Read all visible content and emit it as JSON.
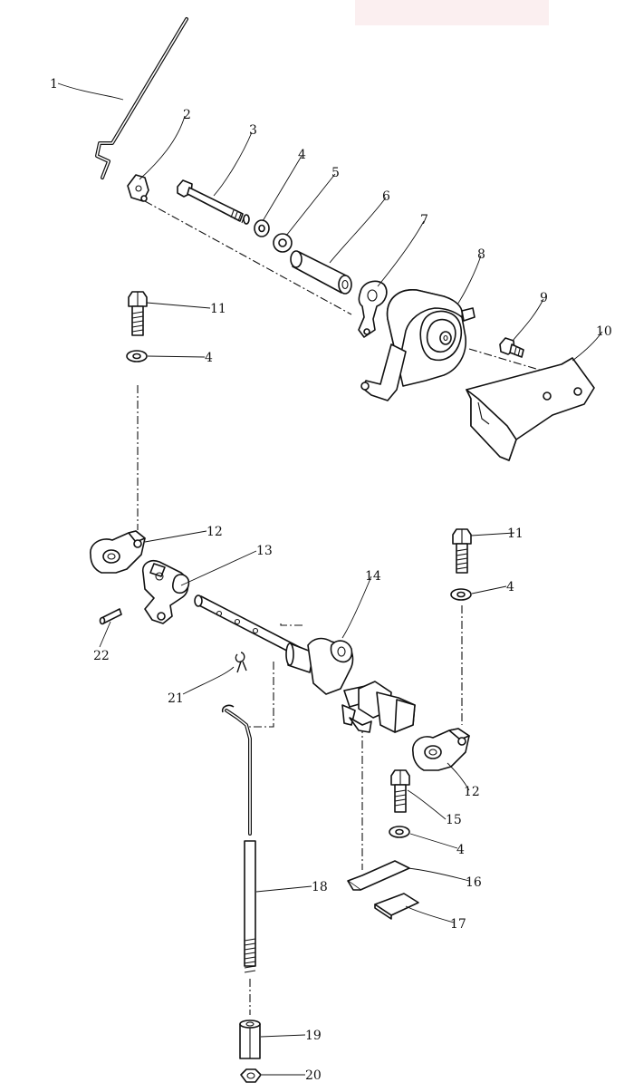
{
  "diagram": {
    "callouts": [
      {
        "id": "c1",
        "label": "1"
      },
      {
        "id": "c2",
        "label": "2"
      },
      {
        "id": "c3",
        "label": "3"
      },
      {
        "id": "c4a",
        "label": "4"
      },
      {
        "id": "c5",
        "label": "5"
      },
      {
        "id": "c6",
        "label": "6"
      },
      {
        "id": "c7",
        "label": "7"
      },
      {
        "id": "c8",
        "label": "8"
      },
      {
        "id": "c9",
        "label": "9"
      },
      {
        "id": "c10",
        "label": "10"
      },
      {
        "id": "c11a",
        "label": "11"
      },
      {
        "id": "c4b",
        "label": "4"
      },
      {
        "id": "c12a",
        "label": "12"
      },
      {
        "id": "c13",
        "label": "13"
      },
      {
        "id": "c11b",
        "label": "11"
      },
      {
        "id": "c4c",
        "label": "4"
      },
      {
        "id": "c14",
        "label": "14"
      },
      {
        "id": "c22",
        "label": "22"
      },
      {
        "id": "c21",
        "label": "21"
      },
      {
        "id": "c12b",
        "label": "12"
      },
      {
        "id": "c15",
        "label": "15"
      },
      {
        "id": "c4d",
        "label": "4"
      },
      {
        "id": "c16",
        "label": "16"
      },
      {
        "id": "c18",
        "label": "18"
      },
      {
        "id": "c17",
        "label": "17"
      },
      {
        "id": "c19",
        "label": "19"
      },
      {
        "id": "c20",
        "label": "20"
      }
    ]
  }
}
